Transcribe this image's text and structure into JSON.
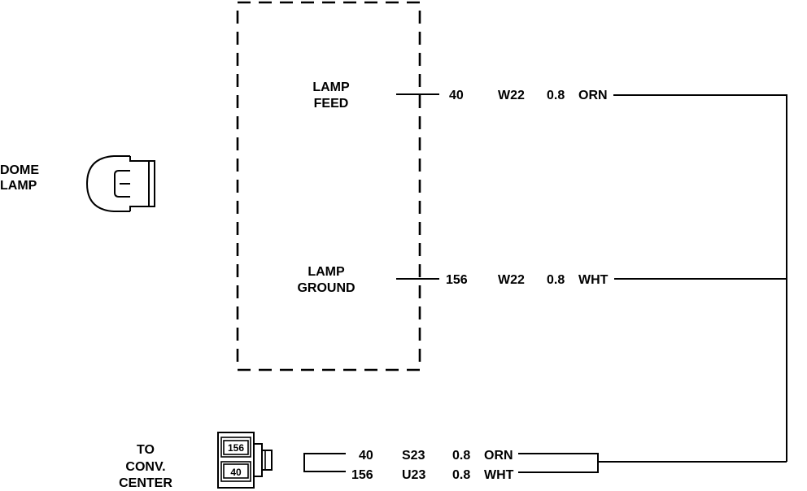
{
  "dome_lamp": {
    "line1": "DOME",
    "line2": "LAMP"
  },
  "lamp_feed": {
    "line1": "LAMP",
    "line2": "FEED"
  },
  "lamp_ground": {
    "line1": "LAMP",
    "line2": "GROUND"
  },
  "to_conv_center": {
    "line1": "TO",
    "line2": "CONV.",
    "line3": "CENTER"
  },
  "wires": {
    "feed": {
      "circuit": "40",
      "code": "W22",
      "gauge": "0.8",
      "color": "ORN"
    },
    "ground": {
      "circuit": "156",
      "code": "W22",
      "gauge": "0.8",
      "color": "WHT"
    },
    "conv_feed": {
      "circuit": "40",
      "code": "S23",
      "gauge": "0.8",
      "color": "ORN"
    },
    "conv_ground": {
      "circuit": "156",
      "code": "U23",
      "gauge": "0.8",
      "color": "WHT"
    }
  },
  "connector_pins": {
    "top": "156",
    "bottom": "40"
  }
}
